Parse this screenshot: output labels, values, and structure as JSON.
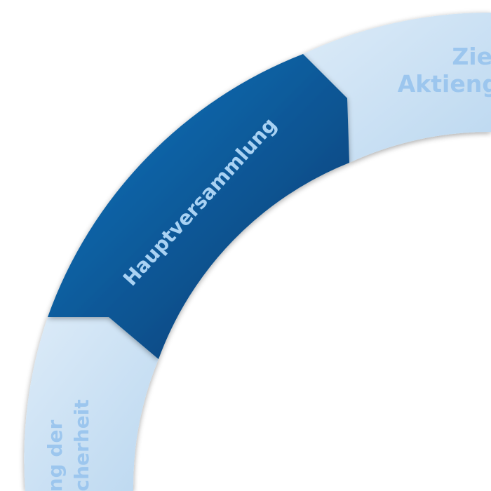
{
  "diagram": {
    "segments": [
      {
        "id": "ziele",
        "state": "inactive",
        "lines": [
          "Ziele",
          "Aktienge"
        ]
      },
      {
        "id": "hauptversammlung",
        "state": "active",
        "lines": [
          "Hauptversammlung"
        ]
      },
      {
        "id": "sicherheit",
        "state": "inactive",
        "lines": [
          "ung der",
          "sicherheit"
        ]
      }
    ],
    "colors": {
      "active_light": "#1a78c2",
      "active_dark": "#00396e",
      "active_text": "#a9d2f3",
      "inactive_light": "#dcebf8",
      "inactive_dark": "#bcd8f0",
      "inactive_text": "#9cc6ee",
      "background": "#ffffff"
    }
  }
}
